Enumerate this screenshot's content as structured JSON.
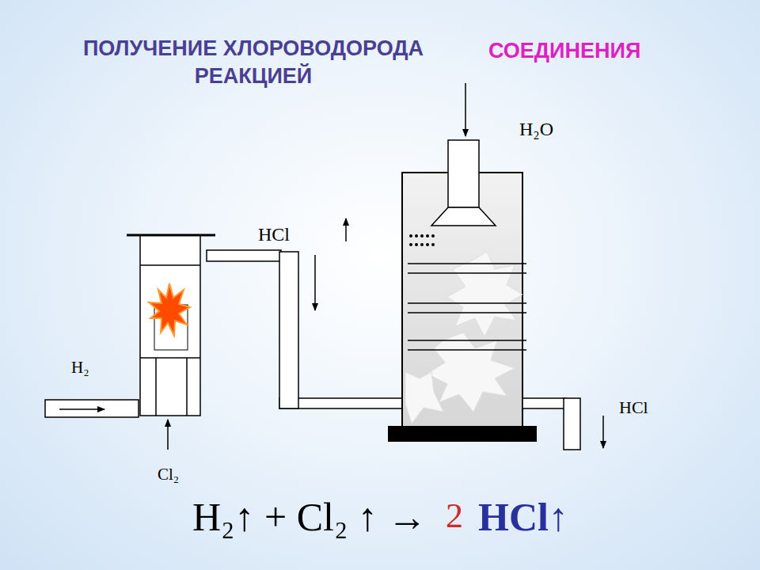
{
  "diagram": {
    "title": "ПОЛУЧЕНИЕ ХЛОРОВОДОРОДА РЕАКЦИЕЙ",
    "labels": [
      "СОЕДИНЕНИЯ",
      "H₂O",
      "HCl",
      "H₂",
      "Cl₂",
      "HCl",
      "H₂↑ + Cl₂ ↑ →",
      "2",
      "HCl↑"
    ]
  }
}
